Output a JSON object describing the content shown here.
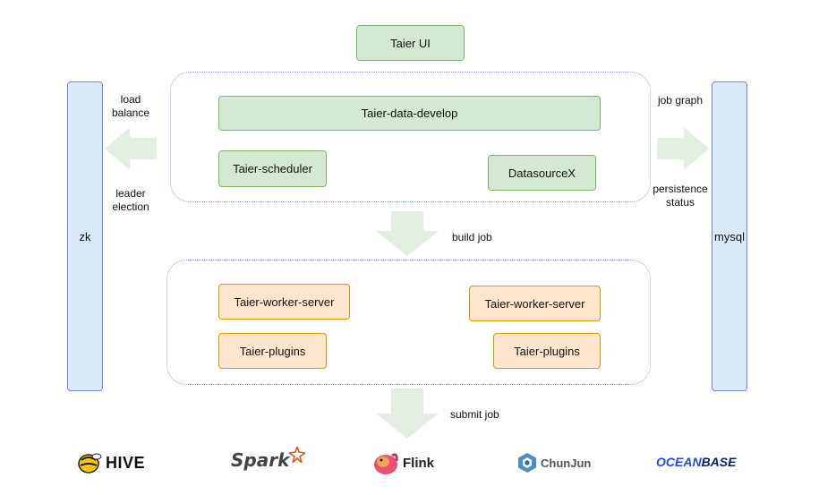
{
  "nodes": {
    "taier_ui": "Taier UI",
    "data_develop": "Taier-data-develop",
    "scheduler": "Taier-scheduler",
    "datasourcex": "DatasourceX",
    "worker_server_left": "Taier-worker-server",
    "worker_server_right": "Taier-worker-server",
    "plugins_left": "Taier-plugins",
    "plugins_right": "Taier-plugins",
    "zk": "zk",
    "mysql": "mysql"
  },
  "labels": {
    "load_balance": "load\nbalance",
    "leader_election": "leader\nelection",
    "job_graph": "job graph",
    "persistence_status": "persistence\nstatus",
    "build_job": "build job",
    "submit_job": "submit job"
  },
  "logos": {
    "hive": "HIVE",
    "spark": "Spark",
    "flink": "Flink",
    "chunjun": "ChunJun",
    "oceanbase_1": "OCEAN",
    "oceanbase_2": "BASE"
  },
  "colors": {
    "green_fill": "#d5e8d4",
    "green_stroke": "#82b366",
    "orange_fill": "#ffe6cc",
    "orange_stroke": "#d79b00",
    "blue_fill": "#dae8fc",
    "blue_stroke": "#6c8ebf",
    "arrow_fill": "#e3efe0"
  }
}
